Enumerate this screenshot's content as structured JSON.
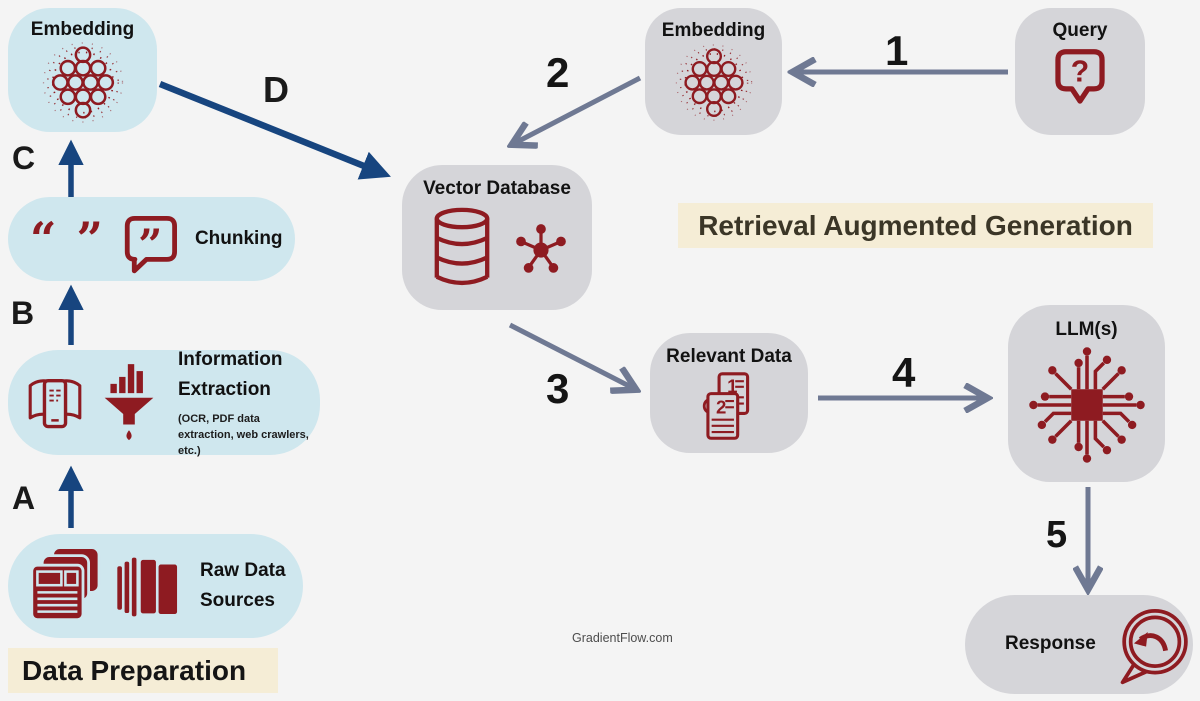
{
  "diagram": {
    "title": "Retrieval Augmented Generation",
    "section_label": "Data Preparation",
    "watermark": "GradientFlow.com"
  },
  "nodes": {
    "embedding_left": {
      "label": "Embedding"
    },
    "chunking": {
      "label": "Chunking",
      "open_quote": "“",
      "close_quote": "”",
      "bubble_quote": "”"
    },
    "information_extraction": {
      "title": "Information Extraction",
      "subtitle": "(OCR, PDF data extraction, web crawlers, etc.)"
    },
    "raw_data_sources": {
      "label": "Raw Data Sources"
    },
    "vector_database": {
      "label": "Vector Database"
    },
    "embedding_query": {
      "label": "Embedding"
    },
    "query": {
      "label": "Query",
      "glyph": "?"
    },
    "relevant_data": {
      "label": "Relevant Data",
      "doc_numbers": [
        "1",
        "2"
      ]
    },
    "llm": {
      "label": "LLM(s)"
    },
    "response": {
      "label": "Response"
    }
  },
  "steps": {
    "s1": "1",
    "s2": "2",
    "s3": "3",
    "s4": "4",
    "s5": "5",
    "a": "A",
    "b": "B",
    "c": "C",
    "d": "D"
  },
  "icons": [
    "molecule-cluster-icon",
    "quotation-marks-icon",
    "quote-bubble-icon",
    "book-scan-icon",
    "funnel-chart-icon",
    "newspaper-stack-icon",
    "books-stack-icon",
    "database-icon",
    "vector-cluster-icon",
    "question-bubble-icon",
    "numbered-docs-icon",
    "chip-icon",
    "reply-bubble-icon"
  ],
  "colors": {
    "background": "#f4f4f4",
    "light_blue_box": "#cfe7ee",
    "gray_box": "#d5d5d9",
    "icon_red": "#8e1b21",
    "blue_arrow": "#17457f",
    "slate_arrow": "#6f7993",
    "highlight_beige": "#f5edd6",
    "rag_title_text": "#3b3627"
  }
}
